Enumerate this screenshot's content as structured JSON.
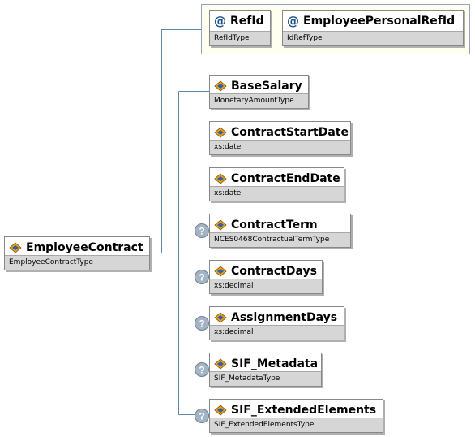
{
  "attributes": [
    {
      "name": "RefId",
      "type": "RefIdType"
    },
    {
      "name": "EmployeePersonalRefId",
      "type": "IdRefType"
    }
  ],
  "root": {
    "name": "EmployeeContract",
    "type": "EmployeeContractType",
    "icon": "element-icon"
  },
  "children": [
    {
      "name": "BaseSalary",
      "type": "MonetaryAmountType",
      "optional": false
    },
    {
      "name": "ContractStartDate",
      "type": "xs:date",
      "optional": false
    },
    {
      "name": "ContractEndDate",
      "type": "xs:date",
      "optional": false
    },
    {
      "name": "ContractTerm",
      "type": "NCES0468ContractualTermType",
      "optional": true
    },
    {
      "name": "ContractDays",
      "type": "xs:decimal",
      "optional": true
    },
    {
      "name": "AssignmentDays",
      "type": "xs:decimal",
      "optional": true
    },
    {
      "name": "SIF_Metadata",
      "type": "SIF_MetadataType",
      "optional": true
    },
    {
      "name": "SIF_ExtendedElements",
      "type": "SIF_ExtendedElementsType",
      "optional": true
    }
  ],
  "colors": {
    "connector": "#5f86a8",
    "optional_badge": "#a4b4c4",
    "type_bar": "#d6d6d6"
  }
}
